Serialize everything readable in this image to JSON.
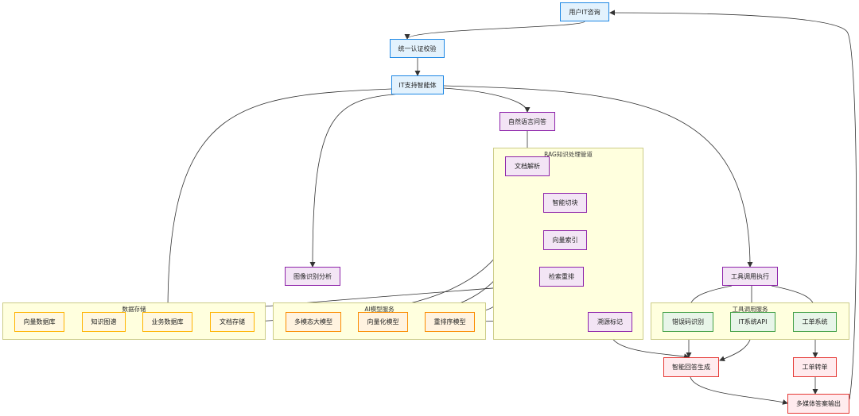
{
  "clusters": {
    "storage": "数据存储",
    "ai": "AI模型服务",
    "rag": "RAG知识处理管道",
    "tools": "工具调用服务"
  },
  "nodes": {
    "user_query": "用户IT咨询",
    "auth": "统一认证校验",
    "agent": "IT支持智能体",
    "nlqa": "自然语言问答",
    "doc_parse": "文档解析",
    "chunking": "智能切块",
    "vector_index": "向量索引",
    "rerank_search": "检索重排",
    "source_mark": "溯源标记",
    "image_analysis": "图像识别分析",
    "vector_db": "向量数据库",
    "knowledge_graph": "知识图谱",
    "business_db": "业务数据库",
    "doc_storage": "文档存储",
    "multimodal_model": "多模态大模型",
    "embedding_model": "向量化模型",
    "rerank_model": "重排序模型",
    "tool_exec": "工具调用执行",
    "error_code": "错误码识别",
    "it_api": "IT系统API",
    "ticket_system": "工单系统",
    "answer_gen": "智能回答生成",
    "ticket_transfer": "工单转单",
    "multimedia_output": "多媒体答案输出"
  }
}
